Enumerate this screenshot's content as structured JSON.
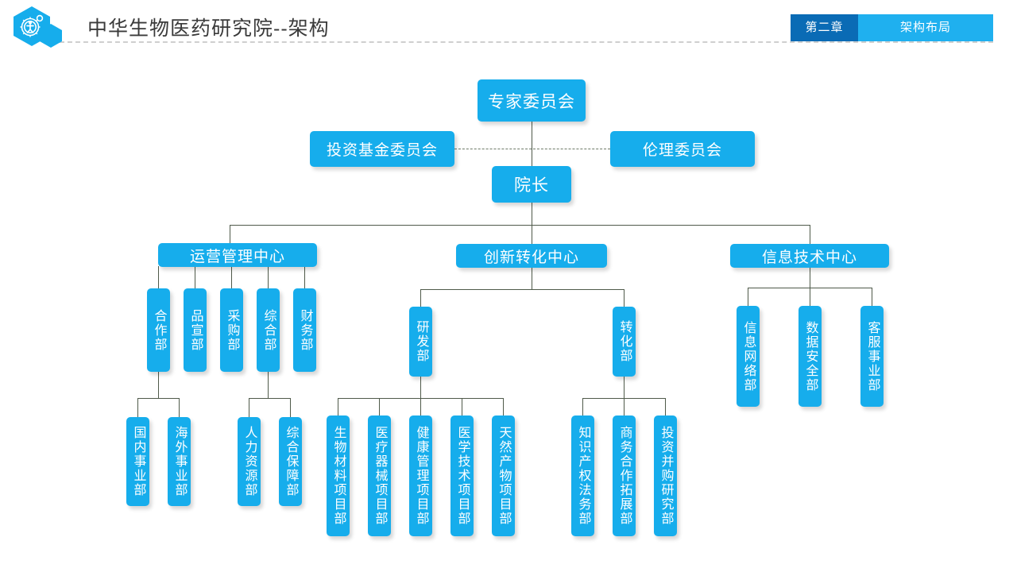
{
  "header": {
    "title": "中华生物医药研究院--架构",
    "chapter_number": "第二章",
    "chapter_name": "架构布局",
    "logo_icon": "hexagon-gear-person-icon",
    "colors": {
      "chapter_number_bg": "#0a6bb5",
      "chapter_name_bg": "#1fb0ef",
      "node_bg": "#16ADEC",
      "line": "#4f5a4a",
      "page_bg": "#ffffff"
    }
  },
  "chart_data": {
    "type": "diagram",
    "title": "中华生物医药研究院--架构",
    "orientation": "top-down-org-chart",
    "nodes": {
      "expert_committee": "专家委员会",
      "investment_fund_committee": "投资基金委员会",
      "ethics_committee": "伦理委员会",
      "dean": "院长",
      "center_operations": "运营管理中心",
      "center_innovation": "创新转化中心",
      "center_it": "信息技术中心",
      "ops_children": [
        "合作部",
        "品宣部",
        "采购部",
        "综合部",
        "财务部"
      ],
      "cooperation_children": [
        "国内事业部",
        "海外事业部"
      ],
      "general_children": [
        "人力资源部",
        "综合保障部"
      ],
      "innovation_children": [
        "研发部",
        "转化部"
      ],
      "rd_children": [
        "生物材料项目部",
        "医疗器械项目部",
        "健康管理项目部",
        "医学技术项目部",
        "天然产物项目部"
      ],
      "transform_children": [
        "知识产权法务部",
        "商务合作拓展部",
        "投资并购研究部"
      ],
      "it_children": [
        "信息网络部",
        "数据安全部",
        "客服事业部"
      ]
    },
    "edges": [
      {
        "from": "专家委员会",
        "to": "院长",
        "style": "solid"
      },
      {
        "from": "投资基金委员会",
        "to": "院长",
        "style": "dashed"
      },
      {
        "from": "伦理委员会",
        "to": "院长",
        "style": "dashed"
      },
      {
        "from": "院长",
        "to": "运营管理中心",
        "style": "solid"
      },
      {
        "from": "院长",
        "to": "创新转化中心",
        "style": "solid"
      },
      {
        "from": "院长",
        "to": "信息技术中心",
        "style": "solid"
      },
      {
        "from": "运营管理中心",
        "to": "合作部",
        "style": "solid"
      },
      {
        "from": "运营管理中心",
        "to": "品宣部",
        "style": "solid"
      },
      {
        "from": "运营管理中心",
        "to": "采购部",
        "style": "solid"
      },
      {
        "from": "运营管理中心",
        "to": "综合部",
        "style": "solid"
      },
      {
        "from": "运营管理中心",
        "to": "财务部",
        "style": "solid"
      },
      {
        "from": "合作部",
        "to": "国内事业部",
        "style": "solid"
      },
      {
        "from": "合作部",
        "to": "海外事业部",
        "style": "solid"
      },
      {
        "from": "综合部",
        "to": "人力资源部",
        "style": "solid"
      },
      {
        "from": "综合部",
        "to": "综合保障部",
        "style": "solid"
      },
      {
        "from": "创新转化中心",
        "to": "研发部",
        "style": "solid"
      },
      {
        "from": "创新转化中心",
        "to": "转化部",
        "style": "solid"
      },
      {
        "from": "研发部",
        "to": "生物材料项目部",
        "style": "solid"
      },
      {
        "from": "研发部",
        "to": "医疗器械项目部",
        "style": "solid"
      },
      {
        "from": "研发部",
        "to": "健康管理项目部",
        "style": "solid"
      },
      {
        "from": "研发部",
        "to": "医学技术项目部",
        "style": "solid"
      },
      {
        "from": "研发部",
        "to": "天然产物项目部",
        "style": "solid"
      },
      {
        "from": "转化部",
        "to": "知识产权法务部",
        "style": "solid"
      },
      {
        "from": "转化部",
        "to": "商务合作拓展部",
        "style": "solid"
      },
      {
        "from": "转化部",
        "to": "投资并购研究部",
        "style": "solid"
      },
      {
        "from": "信息技术中心",
        "to": "信息网络部",
        "style": "solid"
      },
      {
        "from": "信息技术中心",
        "to": "数据安全部",
        "style": "solid"
      },
      {
        "from": "信息技术中心",
        "to": "客服事业部",
        "style": "solid"
      }
    ]
  }
}
